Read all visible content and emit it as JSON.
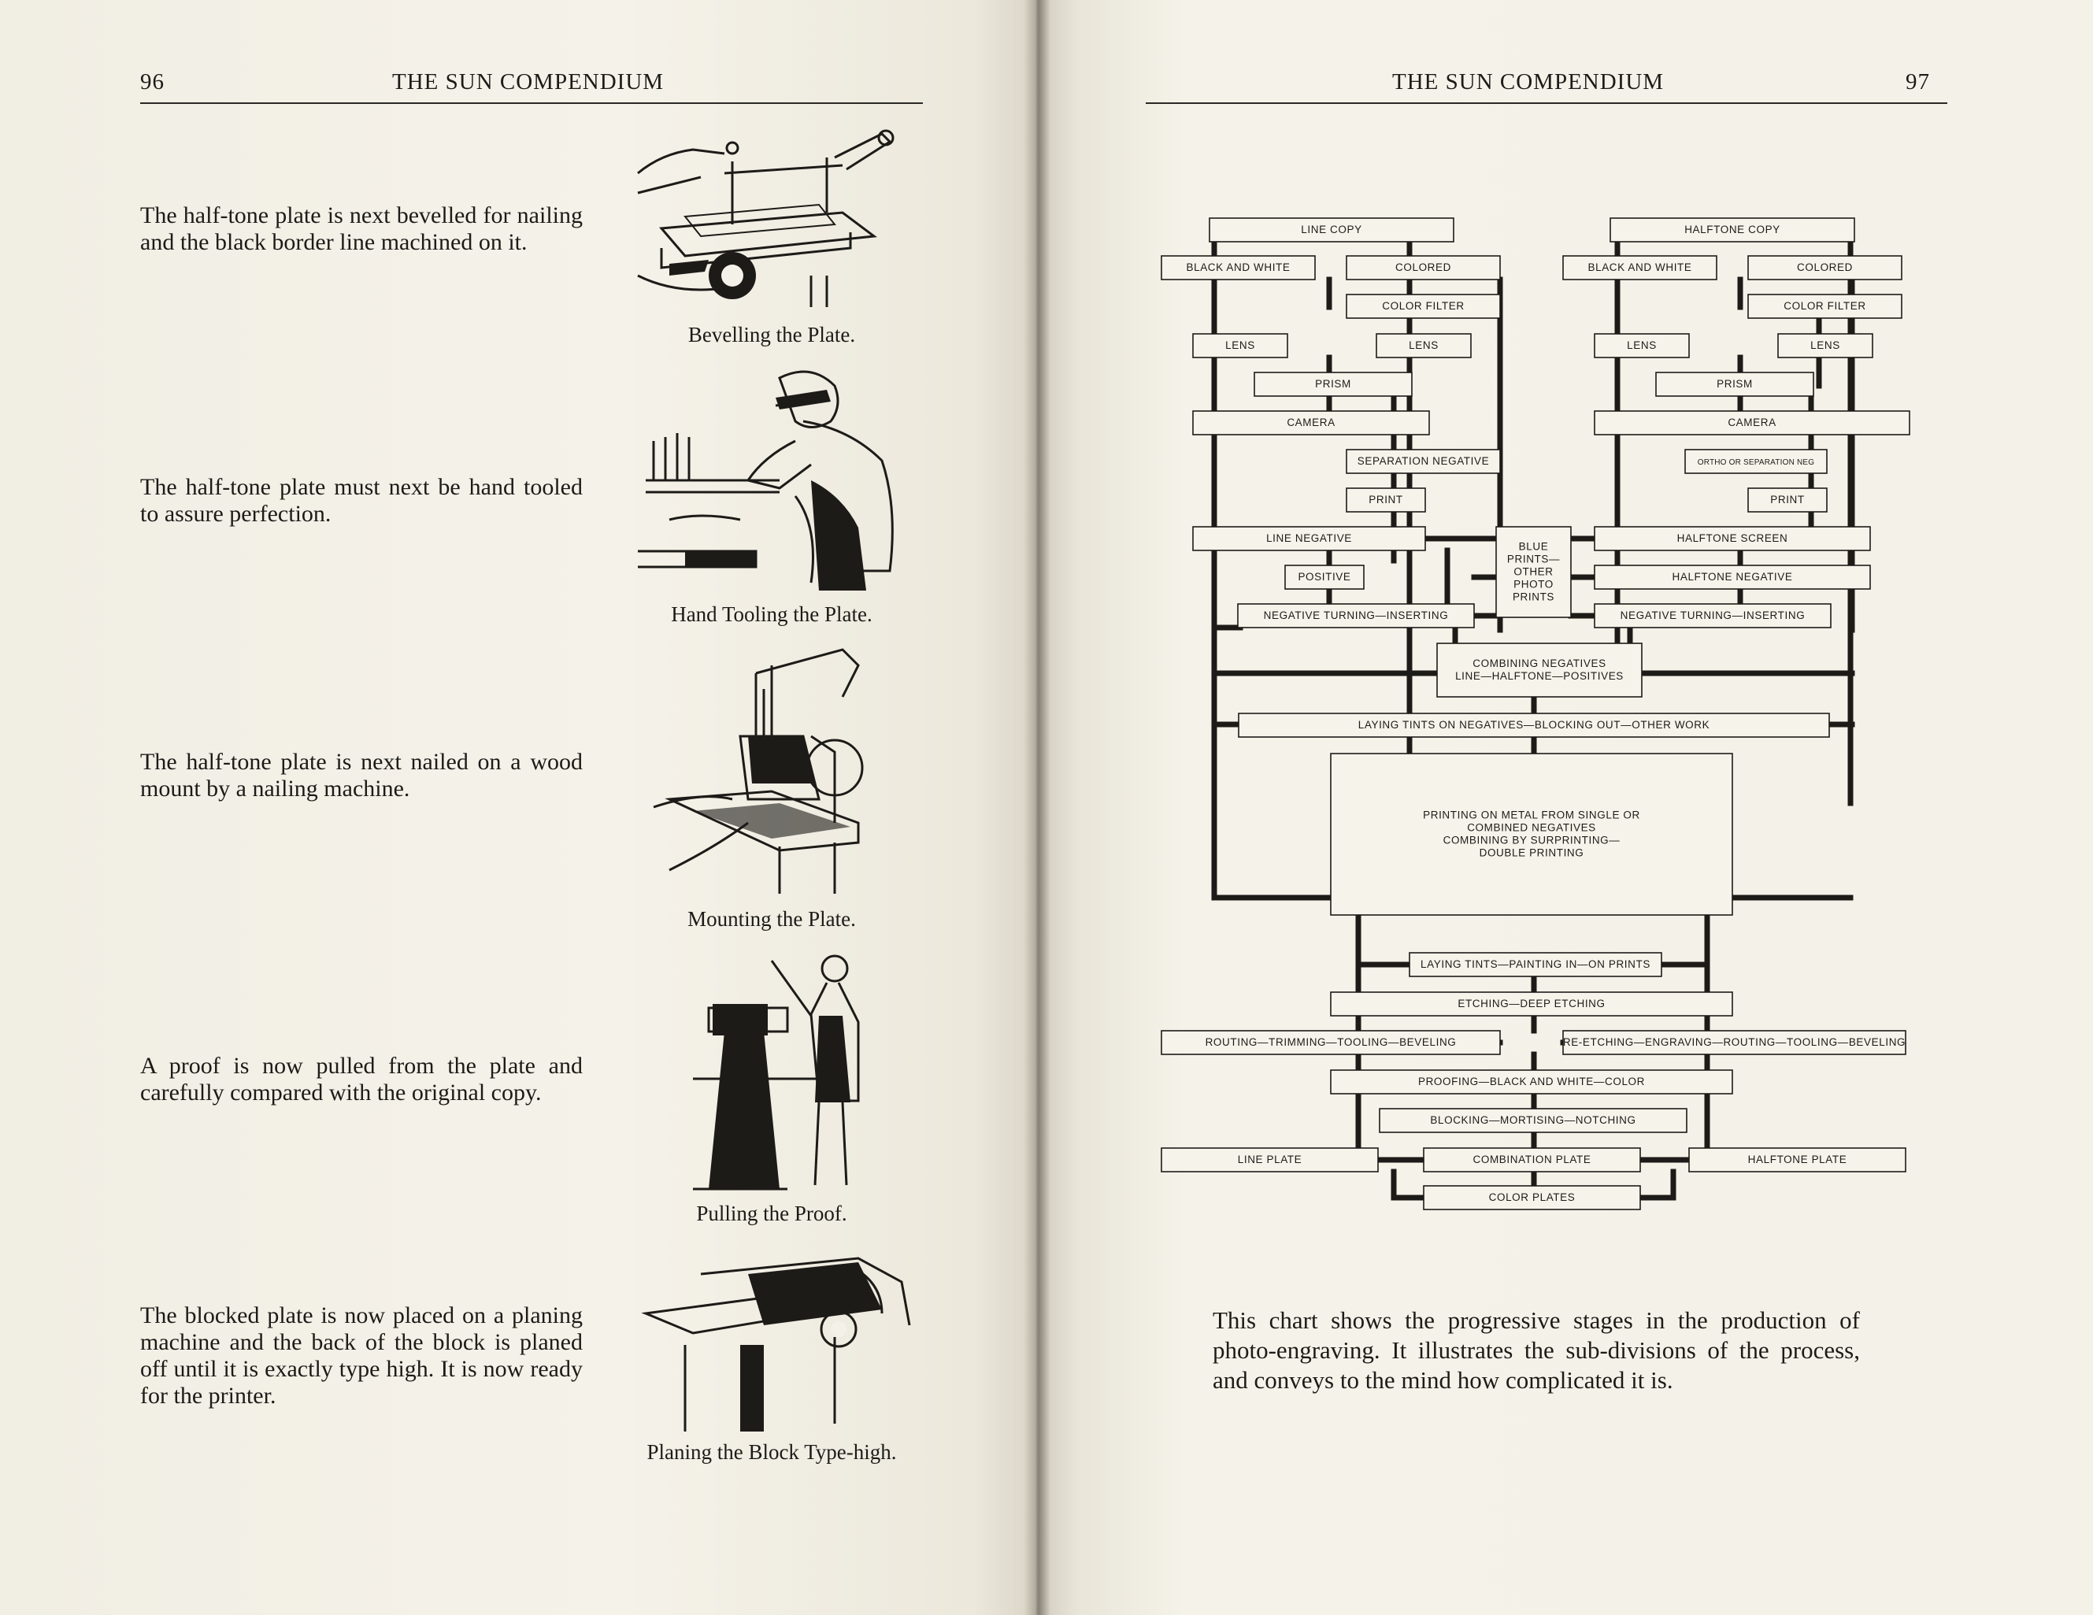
{
  "left_page": {
    "page_number": "96",
    "running_head": "THE SUN COMPENDIUM",
    "steps": [
      {
        "text": "The half-tone plate is next bevelled for nailing and the black border line machined on it.",
        "caption": "Bevelling the Plate.",
        "illustration": "bevelling-machine"
      },
      {
        "text": "The half-tone plate must next be hand tooled to assure perfection.",
        "caption": "Hand Tooling the Plate.",
        "illustration": "engraver-at-bench"
      },
      {
        "text": "The half-tone plate is next nailed on a wood mount by a nailing machine.",
        "caption": "Mounting the Plate.",
        "illustration": "nailing-machine"
      },
      {
        "text": "A proof is now pulled from the plate and carefully compared with the original copy.",
        "caption": "Pulling the Proof.",
        "illustration": "proof-press"
      },
      {
        "text": "The blocked plate is now placed on a planing machine and the back of the block is planed off until it is exactly type high. It is now ready for the printer.",
        "caption": "Planing the Block Type-high.",
        "illustration": "planing-machine"
      }
    ]
  },
  "right_page": {
    "page_number": "97",
    "running_head": "THE SUN COMPENDIUM",
    "description": "This chart shows the progressive stages in the production of photo-engraving. It illustrates the sub-divisions of the process, and conveys to the mind how complicated it is.",
    "flowchart": {
      "nodes": [
        {
          "id": "line_copy",
          "label": [
            "LINE COPY"
          ]
        },
        {
          "id": "bw_l",
          "label": [
            "BLACK AND WHITE"
          ]
        },
        {
          "id": "col_l",
          "label": [
            "COLORED"
          ]
        },
        {
          "id": "filt_l",
          "label": [
            "COLOR FILTER"
          ]
        },
        {
          "id": "lens_l1",
          "label": [
            "LENS"
          ]
        },
        {
          "id": "lens_l2",
          "label": [
            "LENS"
          ]
        },
        {
          "id": "prism_l",
          "label": [
            "PRISM"
          ]
        },
        {
          "id": "cam_l",
          "label": [
            "CAMERA"
          ]
        },
        {
          "id": "sepneg",
          "label": [
            "SEPARATION NEGATIVE"
          ]
        },
        {
          "id": "print_l",
          "label": [
            "PRINT"
          ]
        },
        {
          "id": "lineneg",
          "label": [
            "LINE NEGATIVE"
          ]
        },
        {
          "id": "positive",
          "label": [
            "POSITIVE"
          ]
        },
        {
          "id": "negturn_l",
          "label": [
            "NEGATIVE TURNING—INSERTING"
          ]
        },
        {
          "id": "halftone_copy",
          "label": [
            "HALFTONE COPY"
          ]
        },
        {
          "id": "bw_r",
          "label": [
            "BLACK AND WHITE"
          ]
        },
        {
          "id": "col_r",
          "label": [
            "COLORED"
          ]
        },
        {
          "id": "filt_r",
          "label": [
            "COLOR FILTER"
          ]
        },
        {
          "id": "lens_r1",
          "label": [
            "LENS"
          ]
        },
        {
          "id": "lens_r2",
          "label": [
            "LENS"
          ]
        },
        {
          "id": "prism_r",
          "label": [
            "PRISM"
          ]
        },
        {
          "id": "cam_r",
          "label": [
            "CAMERA"
          ]
        },
        {
          "id": "ortho",
          "label": [
            "ORTHO OR SEPARATION NEG"
          ]
        },
        {
          "id": "print_r",
          "label": [
            "PRINT"
          ]
        },
        {
          "id": "htscreen",
          "label": [
            "HALFTONE SCREEN"
          ]
        },
        {
          "id": "htneg",
          "label": [
            "HALFTONE NEGATIVE"
          ]
        },
        {
          "id": "negturn_r",
          "label": [
            "NEGATIVE TURNING—INSERTING"
          ]
        },
        {
          "id": "blue",
          "label": [
            "BLUE",
            "PRINTS—",
            "OTHER",
            "PHOTO",
            "PRINTS"
          ]
        },
        {
          "id": "combneg",
          "label": [
            "COMBINING NEGATIVES",
            "LINE—HALFTONE—POSITIVES"
          ]
        },
        {
          "id": "tints",
          "label": [
            "LAYING TINTS ON NEGATIVES—BLOCKING OUT—OTHER WORK"
          ]
        },
        {
          "id": "printing",
          "label": [
            "PRINTING ON METAL FROM SINGLE OR",
            "COMBINED NEGATIVES",
            "COMBINING BY SURPRINTING—",
            "DOUBLE PRINTING"
          ]
        },
        {
          "id": "tintsprints",
          "label": [
            "LAYING TINTS—PAINTING IN—ON PRINTS"
          ]
        },
        {
          "id": "etching",
          "label": [
            "ETCHING—DEEP ETCHING"
          ]
        },
        {
          "id": "routing",
          "label": [
            "ROUTING—TRIMMING—TOOLING—BEVELING"
          ]
        },
        {
          "id": "reetch",
          "label": [
            "RE-ETCHING—ENGRAVING—ROUTING—TOOLING—BEVELING"
          ]
        },
        {
          "id": "proofing",
          "label": [
            "PROOFING—BLACK AND WHITE—COLOR"
          ]
        },
        {
          "id": "blocking",
          "label": [
            "BLOCKING—MORTISING—NOTCHING"
          ]
        },
        {
          "id": "lineplate",
          "label": [
            "LINE PLATE"
          ]
        },
        {
          "id": "combplate",
          "label": [
            "COMBINATION PLATE"
          ]
        },
        {
          "id": "htplate",
          "label": [
            "HALFTONE PLATE"
          ]
        },
        {
          "id": "colorplates",
          "label": [
            "COLOR PLATES"
          ]
        }
      ]
    }
  }
}
